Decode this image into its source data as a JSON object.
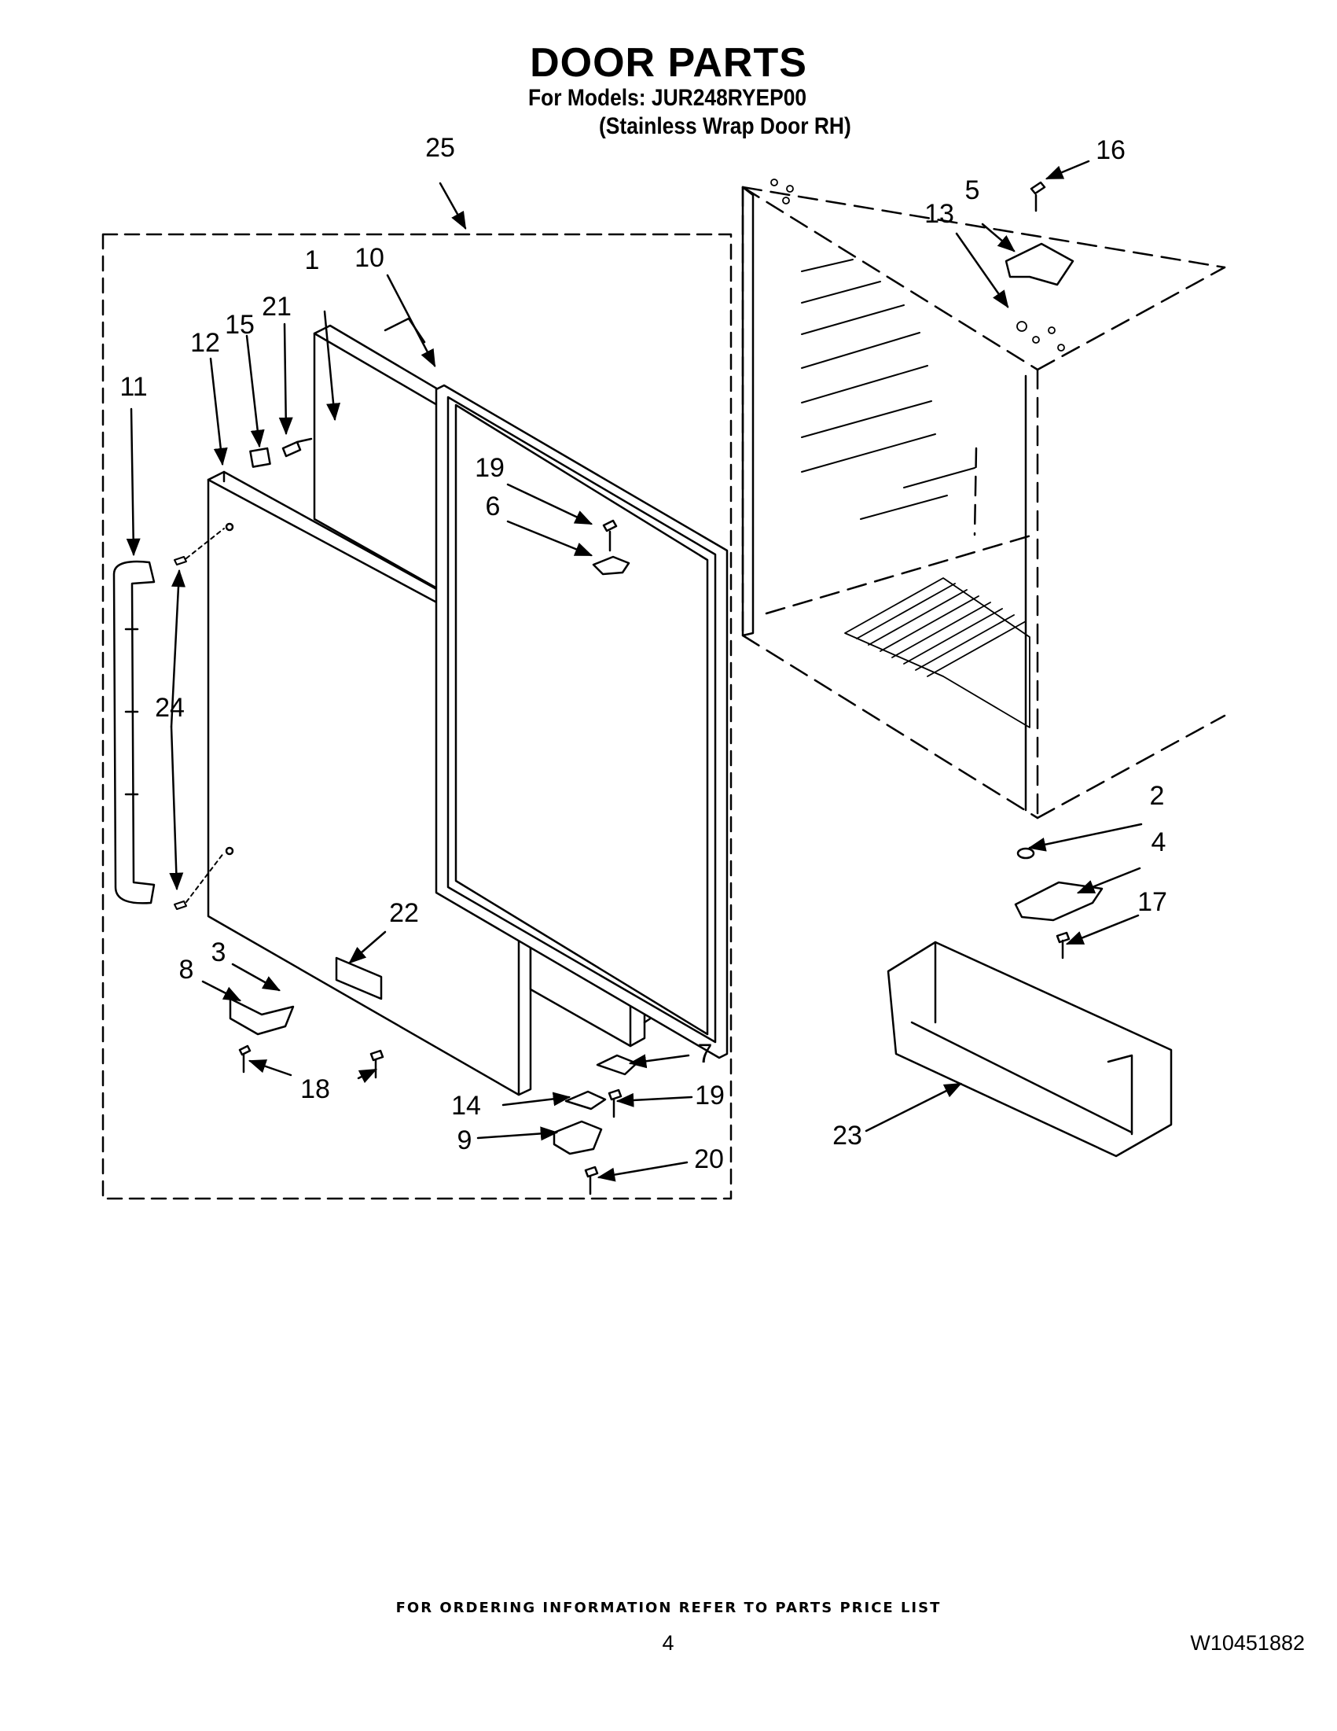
{
  "header": {
    "title": "DOOR PARTS",
    "models_line": "For Models: JUR248RYEP00",
    "variant_line": "(Stainless Wrap Door RH)"
  },
  "callouts": {
    "c1": "1",
    "c2": "2",
    "c3": "3",
    "c4": "4",
    "c5": "5",
    "c6": "6",
    "c7": "7",
    "c8": "8",
    "c9": "9",
    "c10": "10",
    "c11": "11",
    "c12": "12",
    "c13": "13",
    "c14": "14",
    "c15": "15",
    "c16": "16",
    "c17": "17",
    "c18": "18",
    "c19a": "19",
    "c19b": "19",
    "c20": "20",
    "c21": "21",
    "c22": "22",
    "c23": "23",
    "c24": "24",
    "c25": "25"
  },
  "footer": {
    "ordering_note": "FOR ORDERING INFORMATION REFER TO PARTS PRICE LIST",
    "page_number": "4",
    "document_number": "W10451882"
  }
}
